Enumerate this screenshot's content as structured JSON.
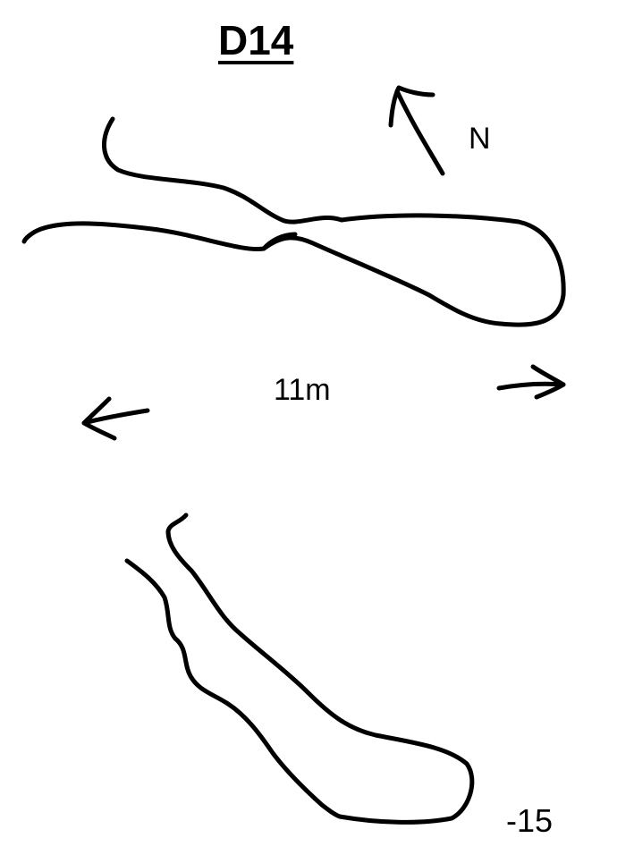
{
  "diagram": {
    "title": "D14",
    "north_label": "N",
    "distance_label": "11m",
    "depth_label": "-15",
    "ink_color": "#000000",
    "background_color": "#ffffff"
  }
}
